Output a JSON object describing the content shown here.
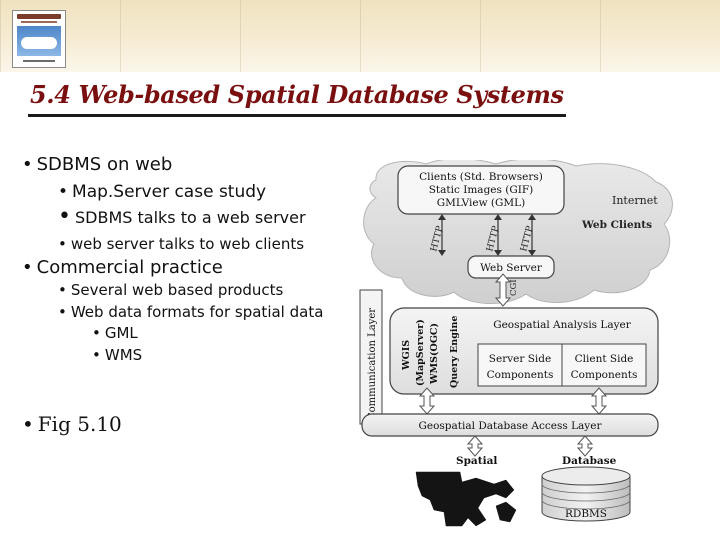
{
  "slide": {
    "title": "5.4 Web-based Spatial Database Systems",
    "bullets": {
      "b1": "SDBMS on web",
      "b1_1": "Map.Server case study",
      "b1_2": "SDBMS talks to a web server",
      "b1_3": "web server talks to web clients",
      "b2": "Commercial practice",
      "b2_1": "Several web based products",
      "b2_2": "Web data formats for spatial data",
      "b2_2_1": "GML",
      "b2_2_2": "WMS",
      "b3": "Fig 5.10"
    }
  },
  "diagram": {
    "clients_line1": "Clients (Std. Browsers)",
    "clients_line2": "Static Images (GIF)",
    "clients_line3": "GMLView (GML)",
    "internet": "Internet",
    "web_clients": "Web Clients",
    "http": "HTTP",
    "web_server": "Web Server",
    "cgi": "CGI",
    "comm_layer": "Communication Layer",
    "wgis": "WGIS",
    "mapserver": "(MapServer)",
    "wms_ogc": "WMS(OGC)",
    "query_engine": "Query Engine",
    "geo_analysis": "Geospatial Analysis Layer",
    "server_side_1": "Server Side",
    "server_side_2": "Components",
    "client_side_1": "Client Side",
    "client_side_2": "Components",
    "db_access": "Geospatial Database Access Layer",
    "spatial": "Spatial",
    "database": "Database",
    "rdbms": "RDBMS"
  }
}
